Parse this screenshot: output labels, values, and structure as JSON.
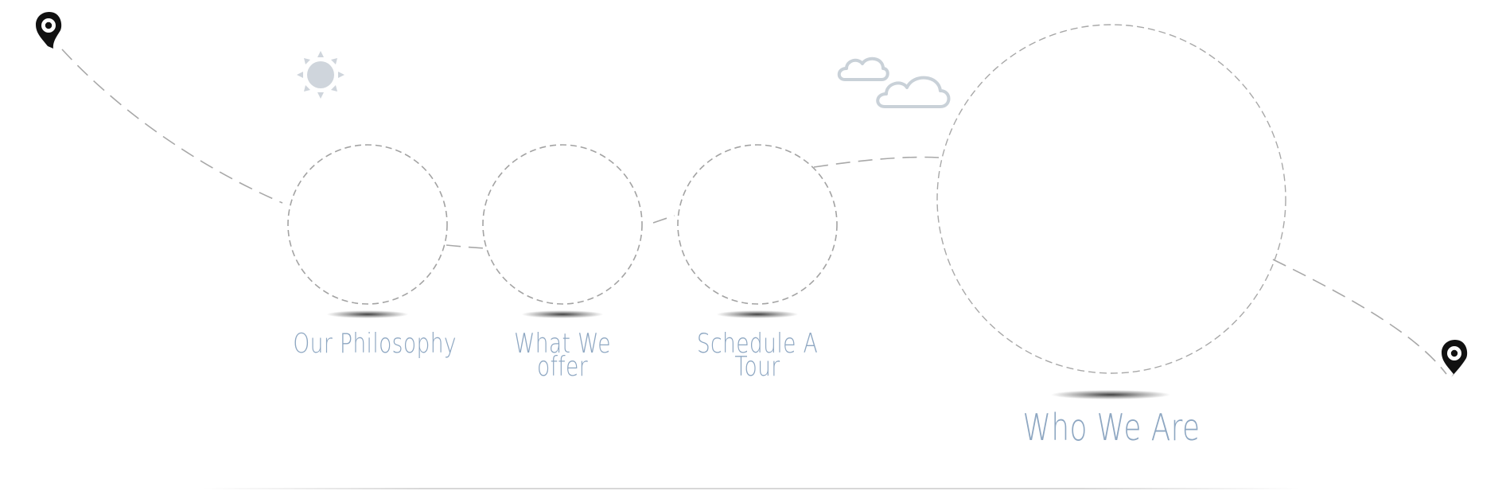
{
  "nav": {
    "items": [
      {
        "id": "philosophy",
        "lines": [
          "Our Philosophy"
        ]
      },
      {
        "id": "offer",
        "lines": [
          "What We",
          "offer"
        ]
      },
      {
        "id": "tour",
        "lines": [
          "Schedule A",
          "Tour"
        ]
      },
      {
        "id": "about",
        "lines": [
          "Who We Are"
        ]
      }
    ]
  },
  "icons": {
    "start": "map-pin-icon",
    "end": "map-pin-icon",
    "sun": "sun-icon",
    "clouds": "clouds-icon"
  },
  "colors": {
    "label": "#8ea7c2",
    "dash": "#a8a8a8",
    "pin": "#111111",
    "sun": "#cfd5dc",
    "cloud": "#c9d1d8"
  }
}
